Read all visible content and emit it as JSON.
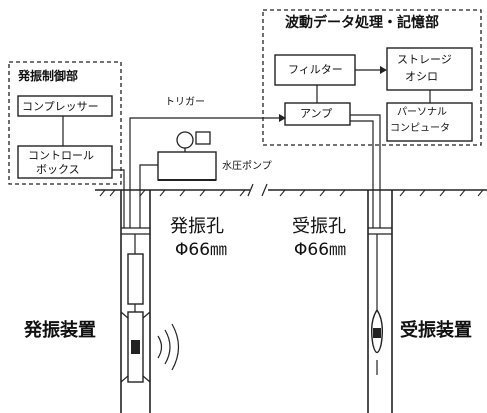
{
  "source_panel": {
    "title": "発振制御部",
    "compressor": "コンプレッサー",
    "control_box_line1": "コントロール",
    "control_box_line2": "ボックス"
  },
  "processing_panel": {
    "title": "波動データ処理・記憶部",
    "filter": "フィルター",
    "storage_line1": "ストレージ",
    "storage_line2": "オシロ",
    "amp": "アンプ",
    "pc_line1": "パーソナル",
    "pc_line2": "コンピュータ"
  },
  "labels": {
    "trigger": "トリガー",
    "water_pump": "水圧ポンプ",
    "source_hole": "発振孔",
    "source_hole_dia": "Φ66㎜",
    "receiver_hole": "受振孔",
    "receiver_hole_dia": "Φ66㎜",
    "source_device": "発振装置",
    "receiver_device": "受振装置"
  }
}
